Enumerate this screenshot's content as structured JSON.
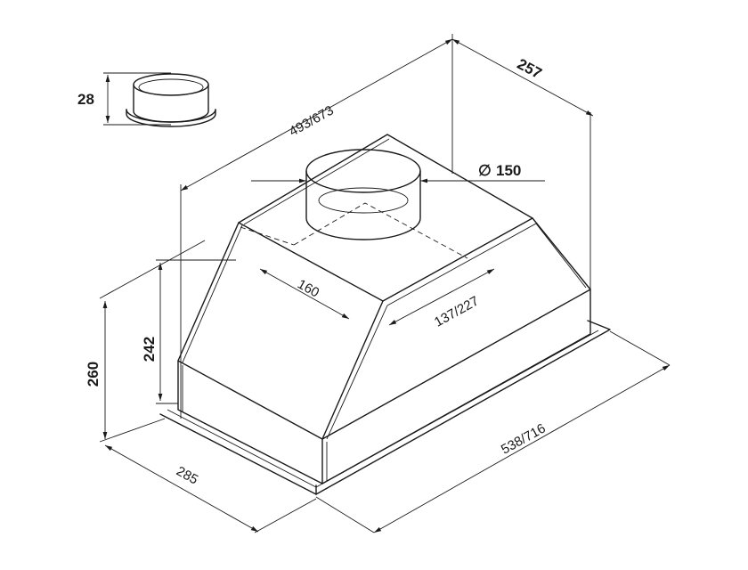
{
  "dimensions": {
    "collar_height": "28",
    "width_top": "493/673",
    "depth_top": "257",
    "diameter": "150",
    "diameter_symbol": "∅",
    "inner_depth": "160",
    "inner_width": "137/227",
    "height_inner": "242",
    "height_total": "260",
    "depth_bottom": "285",
    "width_bottom": "538/716"
  }
}
